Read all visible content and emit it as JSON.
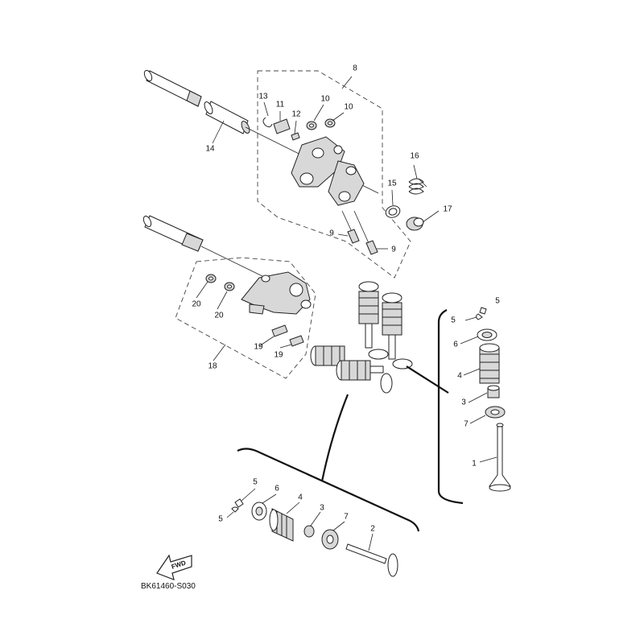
{
  "diagram_code": "BK61460-S030",
  "fwd_label": "FWD",
  "callouts": [
    {
      "id": "c8",
      "text": "8"
    },
    {
      "id": "c13",
      "text": "13"
    },
    {
      "id": "c11",
      "text": "11"
    },
    {
      "id": "c12",
      "text": "12"
    },
    {
      "id": "c10a",
      "text": "10"
    },
    {
      "id": "c10b",
      "text": "10"
    },
    {
      "id": "c14",
      "text": "14"
    },
    {
      "id": "c16",
      "text": "16"
    },
    {
      "id": "c15",
      "text": "15"
    },
    {
      "id": "c17",
      "text": "17"
    },
    {
      "id": "c9a",
      "text": "9"
    },
    {
      "id": "c9b",
      "text": "9"
    },
    {
      "id": "c20a",
      "text": "20"
    },
    {
      "id": "c20b",
      "text": "20"
    },
    {
      "id": "c19a",
      "text": "19"
    },
    {
      "id": "c19b",
      "text": "19"
    },
    {
      "id": "c18",
      "text": "18"
    },
    {
      "id": "r5a",
      "text": "5"
    },
    {
      "id": "r5b",
      "text": "5"
    },
    {
      "id": "r6",
      "text": "6"
    },
    {
      "id": "r4",
      "text": "4"
    },
    {
      "id": "r3",
      "text": "3"
    },
    {
      "id": "r7",
      "text": "7"
    },
    {
      "id": "r1",
      "text": "1"
    },
    {
      "id": "b5a",
      "text": "5"
    },
    {
      "id": "b5b",
      "text": "5"
    },
    {
      "id": "b6",
      "text": "6"
    },
    {
      "id": "b4",
      "text": "4"
    },
    {
      "id": "b3",
      "text": "3"
    },
    {
      "id": "b7",
      "text": "7"
    },
    {
      "id": "b2",
      "text": "2"
    }
  ]
}
